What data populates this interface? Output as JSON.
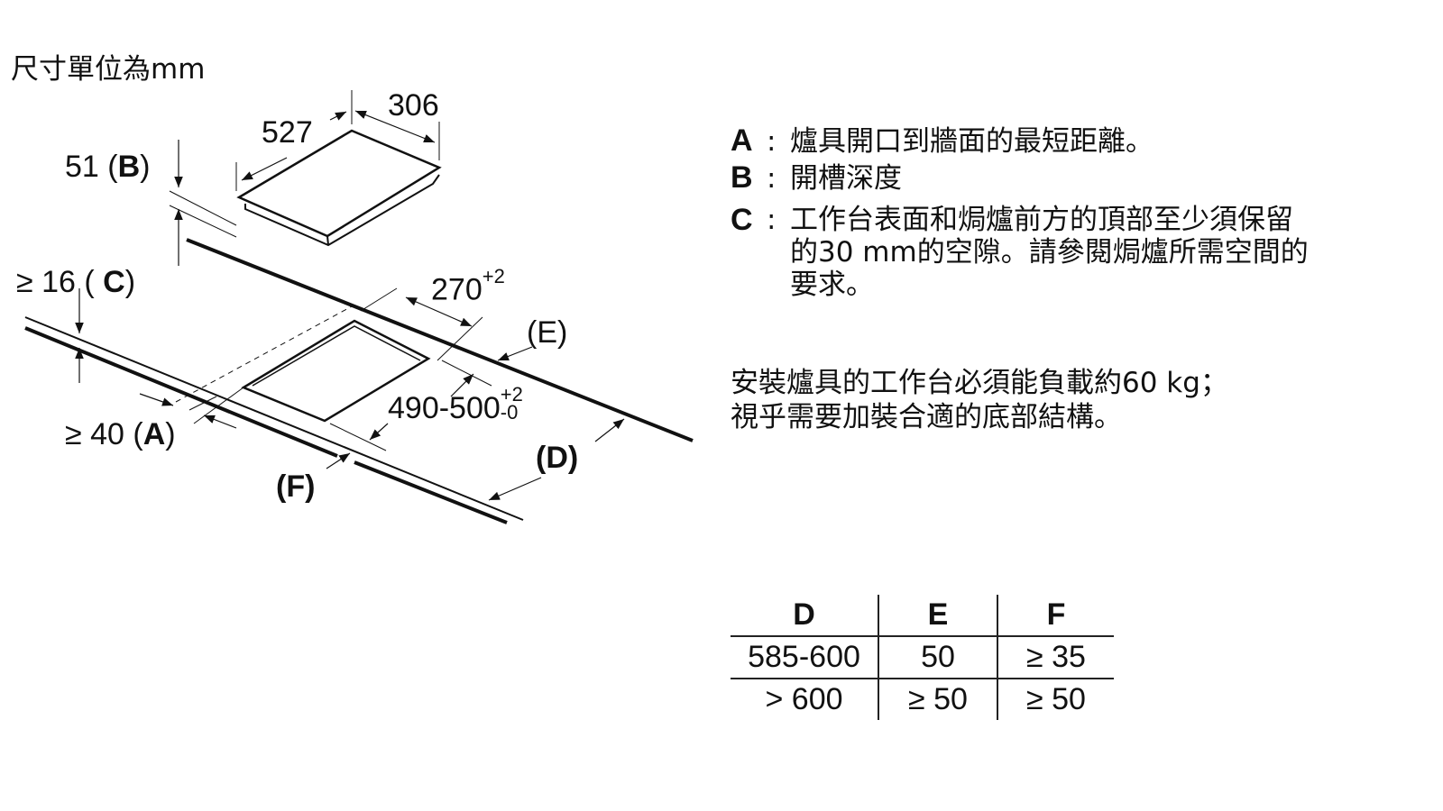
{
  "unit_note": "尺寸單位為mm",
  "diagram": {
    "hob_width": "527",
    "hob_depth": "306",
    "cutout_depth_b": "51",
    "label_b": "B",
    "clearance_c": "≥ 16 (",
    "label_c": "C",
    "cutout_width": "270",
    "cutout_width_tol": "+2",
    "cutout_length": "490-500",
    "cutout_length_tol_plus": "+2",
    "cutout_length_tol_minus": "-0",
    "wall_distance_a": "≥ 40 (",
    "label_a": "A",
    "label_e": "(E)",
    "label_d": "(D)",
    "label_f": "(F)"
  },
  "legend": [
    {
      "key": "A",
      "text": "爐具開口到牆面的最短距離。"
    },
    {
      "key": "B",
      "text": "開槽深度"
    },
    {
      "key": "C",
      "lines": [
        "工作台表面和焗爐前方的頂部至少須保留",
        "的30 mm的空隙。請參閱焗爐所需空間的",
        "要求。"
      ]
    }
  ],
  "load_note": [
    "安裝爐具的工作台必須能負載約60 kg；",
    "視乎需要加裝合適的底部結構。"
  ],
  "table": {
    "headers": [
      "D",
      "E",
      "F"
    ],
    "rows": [
      [
        "585-600",
        "50",
        "≥ 35"
      ],
      [
        "> 600",
        "≥ 50",
        "≥ 50"
      ]
    ]
  }
}
